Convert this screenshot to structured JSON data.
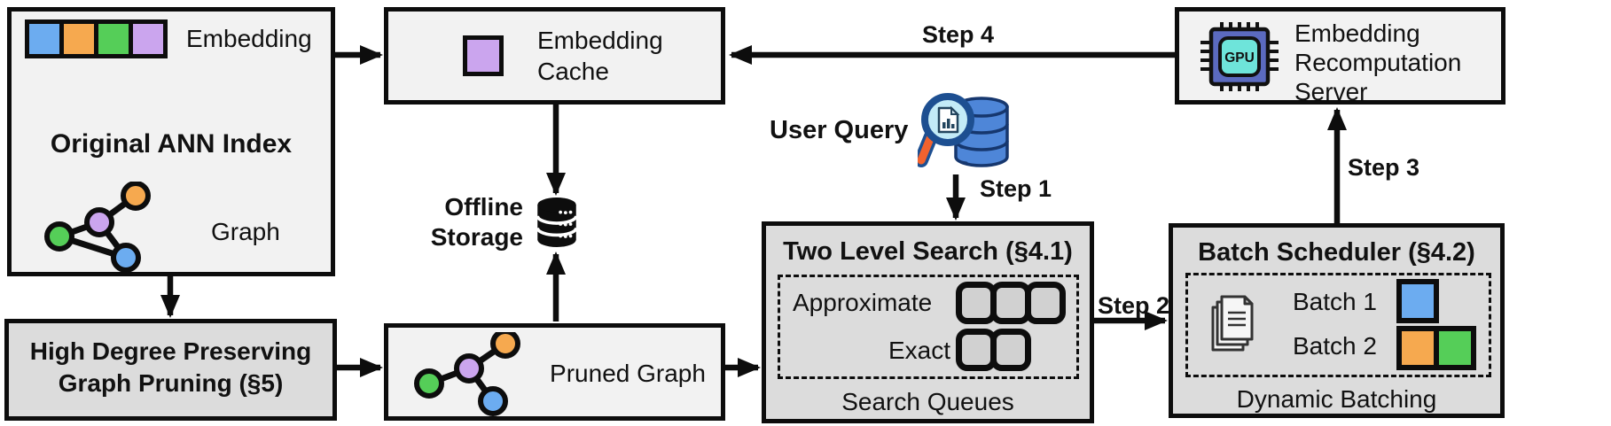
{
  "palette": {
    "blue": "#6CACF0",
    "orange": "#F6A94F",
    "green": "#55CE58",
    "purple": "#CBA5EE",
    "light_box_bg": "#F2F2F2",
    "dark_box_bg": "#DCDCDC",
    "line_black": "#111111",
    "gpu_chip_body": "#5B6ABF",
    "gpu_chip_core": "#6EE4DA",
    "query_db_blue": "#4E86D8",
    "query_lens_fill": "#C3EBF7",
    "query_handle_orange": "#F2622E"
  },
  "original_ann_index": {
    "title": "Original ANN Index",
    "embedding_label": "Embedding",
    "graph_label": "Graph"
  },
  "graph_pruning": {
    "title_line1": "High Degree Preserving",
    "title_line2": "Graph Pruning (§5)"
  },
  "embedding_cache": {
    "line1": "Embedding",
    "line2": "Cache"
  },
  "offline_storage": {
    "line1": "Offline",
    "line2": "Storage"
  },
  "pruned_graph": {
    "label": "Pruned Graph"
  },
  "user_query": {
    "label": "User Query"
  },
  "two_level_search": {
    "title": "Two Level Search (§4.1)",
    "approximate_label": "Approximate",
    "exact_label": "Exact",
    "caption": "Search Queues"
  },
  "batch_scheduler": {
    "title": "Batch Scheduler (§4.2)",
    "batch1_label": "Batch 1",
    "batch2_label": "Batch 2",
    "caption": "Dynamic Batching"
  },
  "recomputation_server": {
    "line1": "Embedding",
    "line2": "Recomputation",
    "line3": "Server",
    "chip_label": "GPU"
  },
  "steps": {
    "step1": "Step 1",
    "step2": "Step 2",
    "step3": "Step 3",
    "step4": "Step 4"
  }
}
